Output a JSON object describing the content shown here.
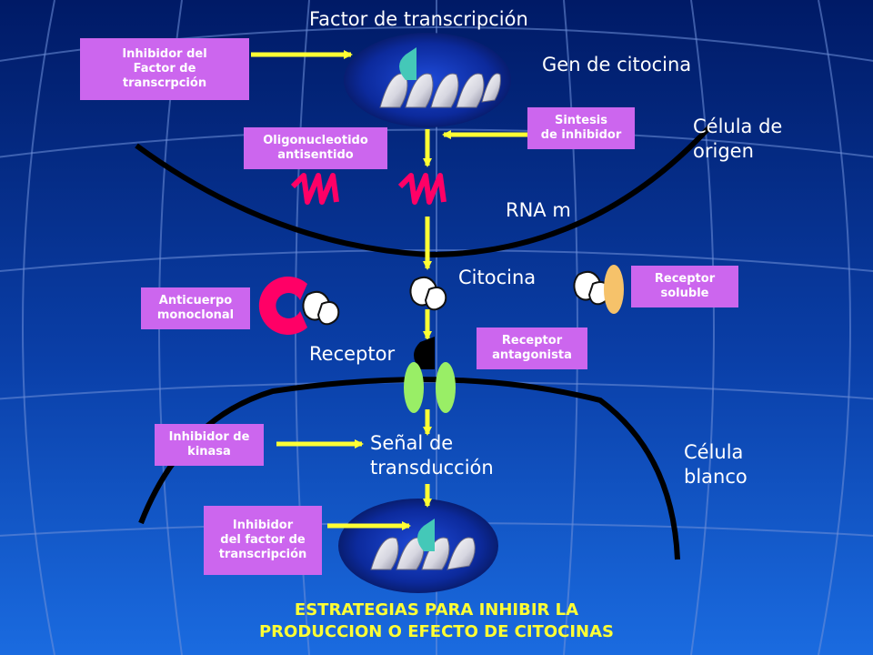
{
  "labels": {
    "transcription_factor": "Factor de transcripción",
    "cytokine_gene": "Gen de citocina",
    "origin_cell": "Célula de\norigen",
    "mrna": "RNA m",
    "cytokine": "Citocina",
    "receptor": "Receptor",
    "signal_transduction": "Señal de\ntransducción",
    "target_cell": "Célula\nblanco"
  },
  "boxes": {
    "tf_inhibitor": "Inhibidor del\nFactor de\ntranscrpción",
    "inhibitor_synthesis": "Sintesis\nde inhibidor",
    "antisense": "Oligonucleotido\nantisentido",
    "monoclonal": "Anticuerpo\nmonoclonal",
    "soluble_receptor": "Receptor\nsoluble",
    "antagonist_receptor": "Receptor\nantagonista",
    "kinase_inhibitor": "Inhibidor de\nkinasa",
    "tf_inhibitor_bottom": "Inhibidor\ndel factor de\ntranscripción"
  },
  "title": "ESTRATEGIAS PARA INHIBIR LA\nPRODUCCION O EFECTO DE CITOCINAS",
  "colors": {
    "background_top": "#001a66",
    "background_bottom": "#1560d8",
    "box": "#cc66ee",
    "arrow": "#ffff33",
    "mrna": "#ff0066",
    "receptor_green": "#99ee66",
    "soluble_receptor": "#f6c26a",
    "antibody": "#ff0066",
    "tf_teal": "#44c8b8"
  }
}
